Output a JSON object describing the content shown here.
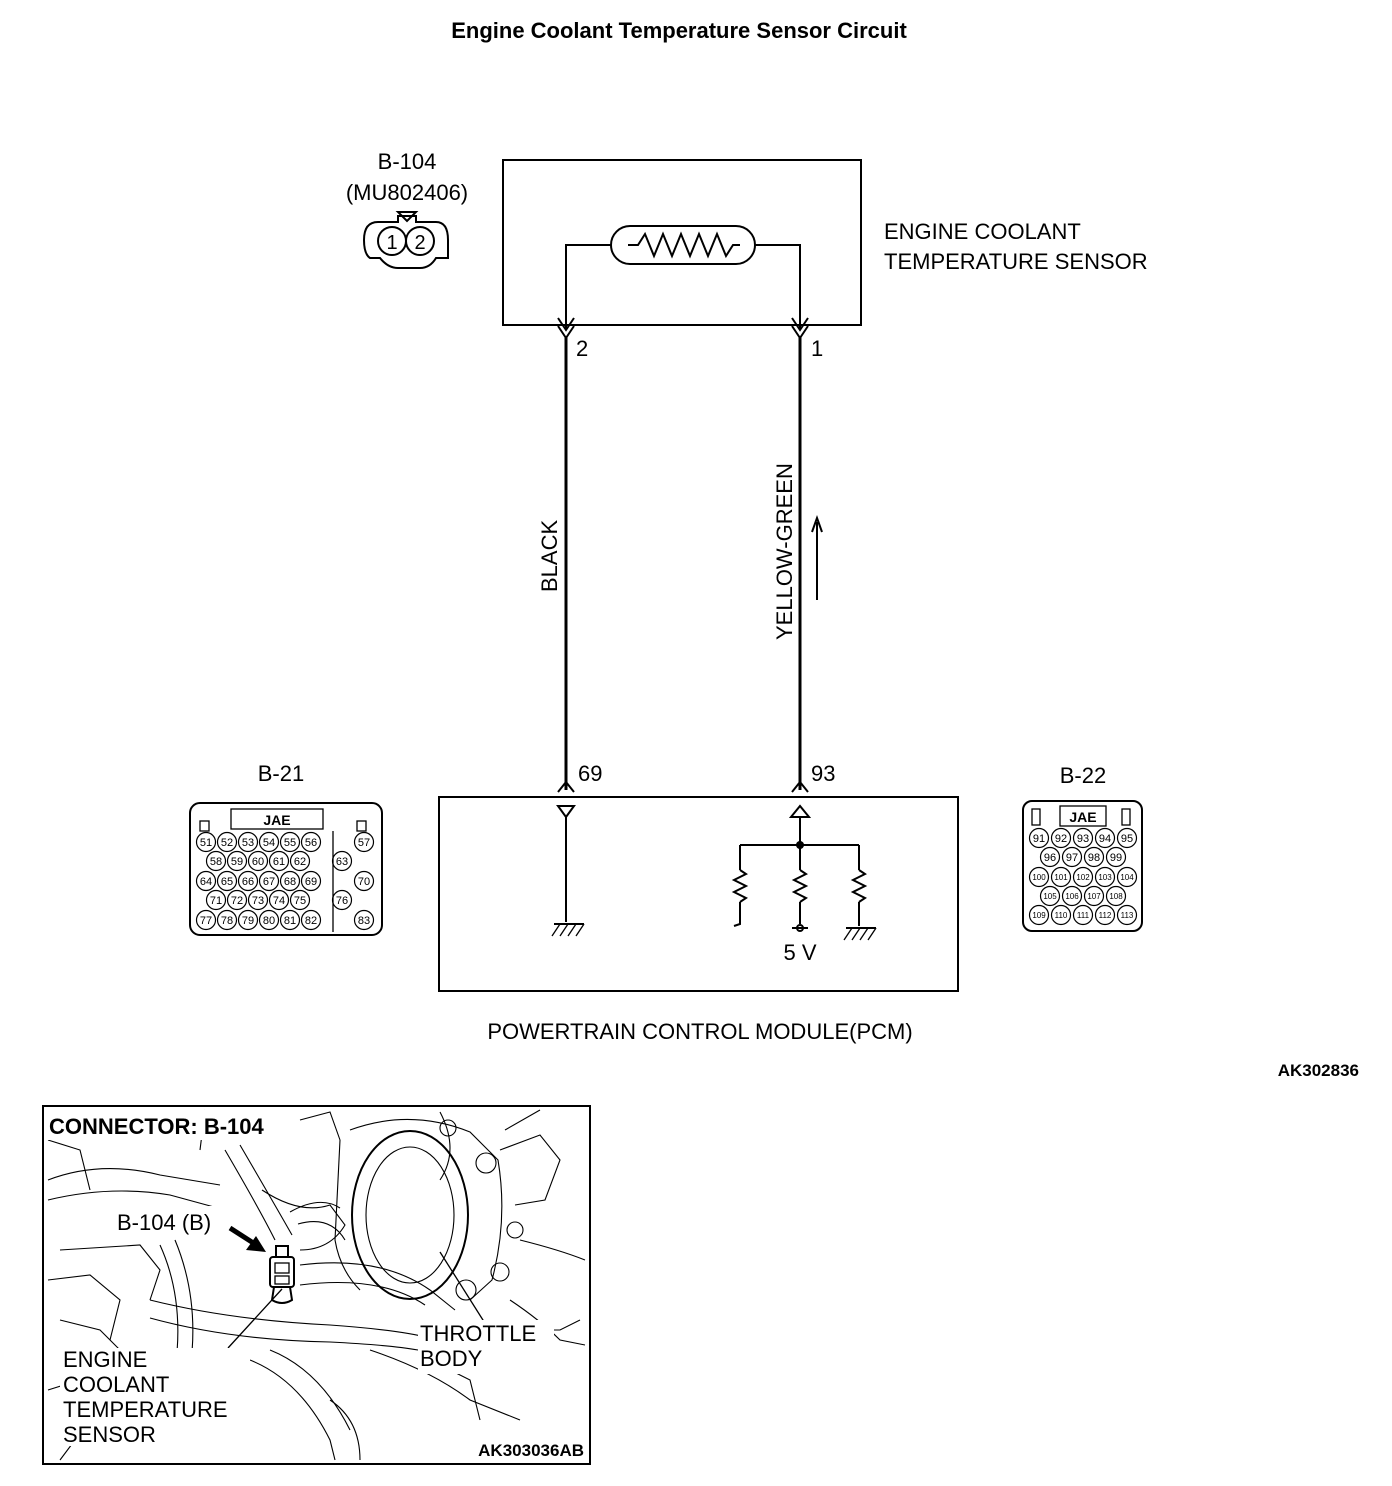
{
  "title": "Engine Coolant Temperature Sensor Circuit",
  "sensor": {
    "connector_id": "B-104",
    "part_number": "(MU802406)",
    "pins": [
      "1",
      "2"
    ],
    "label_line1": "ENGINE COOLANT",
    "label_line2": "TEMPERATURE SENSOR",
    "terminal_left": "2",
    "terminal_right": "1"
  },
  "wires": {
    "left_color": "BLACK",
    "right_color": "YELLOW-GREEN"
  },
  "pcm": {
    "label": "POWERTRAIN CONTROL MODULE(PCM)",
    "terminal_left": "69",
    "terminal_right": "93",
    "voltage": "5 V"
  },
  "connector_b21": {
    "id": "B-21",
    "brand": "JAE",
    "rows": [
      [
        "51",
        "52",
        "53",
        "54",
        "55",
        "56",
        "57"
      ],
      [
        "58",
        "59",
        "60",
        "61",
        "62",
        "63"
      ],
      [
        "64",
        "65",
        "66",
        "67",
        "68",
        "69",
        "70"
      ],
      [
        "71",
        "72",
        "73",
        "74",
        "75",
        "76"
      ],
      [
        "77",
        "78",
        "79",
        "80",
        "81",
        "82",
        "83"
      ]
    ]
  },
  "connector_b22": {
    "id": "B-22",
    "brand": "JAE",
    "rows": [
      [
        "91",
        "92",
        "93",
        "94",
        "95"
      ],
      [
        "96",
        "97",
        "98",
        "99"
      ],
      [
        "100",
        "101",
        "102",
        "103",
        "104"
      ],
      [
        "105",
        "106",
        "107",
        "108"
      ],
      [
        "109",
        "110",
        "111",
        "112",
        "113"
      ]
    ]
  },
  "figure_code": "AK302836",
  "inset": {
    "title": "CONNECTOR: B-104",
    "connector_label": "B-104 (B)",
    "throttle_line1": "THROTTLE",
    "throttle_line2": "BODY",
    "sensor_line1": "ENGINE",
    "sensor_line2": "COOLANT",
    "sensor_line3": "TEMPERATURE",
    "sensor_line4": "SENSOR",
    "figure_code": "AK303036AB"
  }
}
